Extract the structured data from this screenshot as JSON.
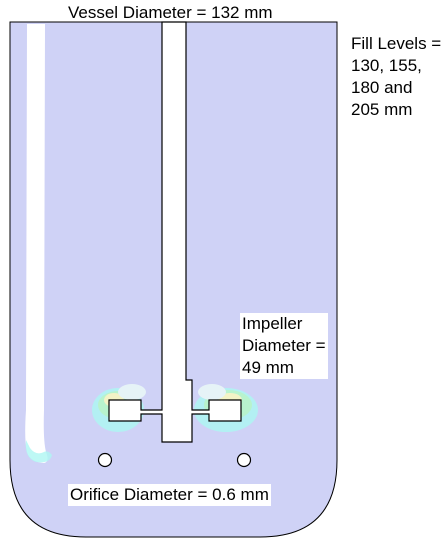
{
  "labels": {
    "vessel_diameter": "Vessel Diameter = 132 mm",
    "fill_levels": [
      "Fill Levels =",
      "130, 155,",
      "180 and",
      "205 mm"
    ],
    "impeller_diameter": [
      "Impeller",
      "Diameter =",
      "49 mm"
    ],
    "orifice_diameter": "Orifice Diameter = 0.6 mm"
  },
  "colors": {
    "vessel_fill": "#cfd2f6",
    "outline": "#000000",
    "white": "#ffffff",
    "contour_cyan": "#aef6f2",
    "contour_green": "#b8f3c9",
    "contour_yellow": "#f3f3c6"
  }
}
